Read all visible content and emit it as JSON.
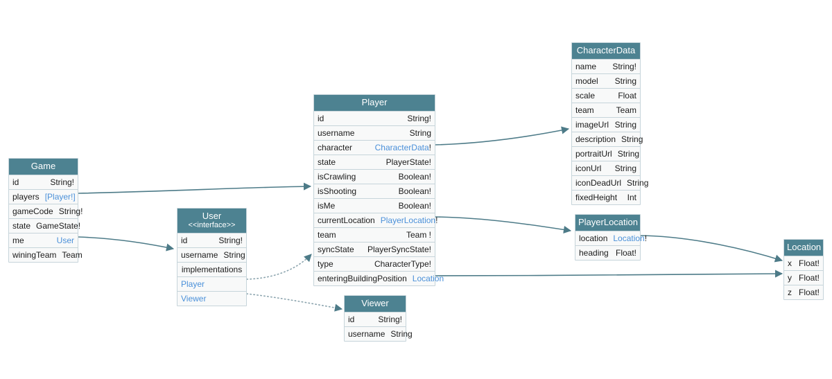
{
  "diagram": {
    "title": "GraphQL schema entity diagram",
    "colors": {
      "header_bg": "#4d8291",
      "header_text": "#ffffff",
      "row_bg": "#f8f9f9",
      "border": "#c6d4da",
      "link_text": "#4a90d9",
      "edge": "#4d7b88",
      "text": "#1a1a1a"
    }
  },
  "entities": {
    "game": {
      "name": "Game",
      "fields": [
        {
          "name": "id",
          "type": "String!",
          "link": false
        },
        {
          "name": "players",
          "type": "[Player!]",
          "link": true
        },
        {
          "name": "gameCode",
          "type": "String!",
          "link": false
        },
        {
          "name": "state",
          "type": "GameState!",
          "link": false
        },
        {
          "name": "me",
          "type": "User",
          "link": true
        },
        {
          "name": "winingTeam",
          "type": "Team",
          "link": false
        }
      ]
    },
    "user": {
      "name": "User",
      "stereotype": "<<interface>>",
      "fields": [
        {
          "name": "id",
          "type": "String!",
          "link": false
        },
        {
          "name": "username",
          "type": "String",
          "link": false
        }
      ],
      "implementations_label": "implementations",
      "implementations": [
        {
          "name": "Player"
        },
        {
          "name": "Viewer"
        }
      ]
    },
    "player": {
      "name": "Player",
      "fields": [
        {
          "name": "id",
          "type": "String!",
          "link": false
        },
        {
          "name": "username",
          "type": "String",
          "link": false
        },
        {
          "name": "character",
          "type": "CharacterData",
          "suffix": "!",
          "link": true
        },
        {
          "name": "state",
          "type": "PlayerState!",
          "link": false
        },
        {
          "name": "isCrawling",
          "type": "Boolean!",
          "link": false
        },
        {
          "name": "isShooting",
          "type": "Boolean!",
          "link": false
        },
        {
          "name": "isMe",
          "type": "Boolean!",
          "link": false
        },
        {
          "name": "currentLocation",
          "type": "PlayerLocation",
          "suffix": "!",
          "link": true
        },
        {
          "name": "team",
          "type": "Team !",
          "link": false
        },
        {
          "name": "syncState",
          "type": "PlayerSyncState!",
          "link": false
        },
        {
          "name": "type",
          "type": "CharacterType!",
          "link": false
        },
        {
          "name": "enteringBuildingPosition",
          "type": "Location",
          "suffix": "",
          "link": true
        }
      ]
    },
    "viewer": {
      "name": "Viewer",
      "fields": [
        {
          "name": "id",
          "type": "String!",
          "link": false
        },
        {
          "name": "username",
          "type": "String",
          "link": false
        }
      ]
    },
    "characterData": {
      "name": "CharacterData",
      "fields": [
        {
          "name": "name",
          "type": "String!",
          "link": false
        },
        {
          "name": "model",
          "type": "String",
          "link": false
        },
        {
          "name": "scale",
          "type": "Float",
          "link": false
        },
        {
          "name": "team",
          "type": "Team",
          "link": false
        },
        {
          "name": "imageUrl",
          "type": "String",
          "link": false
        },
        {
          "name": "description",
          "type": "String",
          "link": false
        },
        {
          "name": "portraitUrl",
          "type": "String",
          "link": false
        },
        {
          "name": "iconUrl",
          "type": "String",
          "link": false
        },
        {
          "name": "iconDeadUrl",
          "type": "String",
          "link": false
        },
        {
          "name": "fixedHeight",
          "type": "Int",
          "link": false
        }
      ]
    },
    "playerLocation": {
      "name": "PlayerLocation",
      "fields": [
        {
          "name": "location",
          "type": "Location",
          "suffix": "!",
          "link": true
        },
        {
          "name": "heading",
          "type": "Float!",
          "link": false
        }
      ]
    },
    "location": {
      "name": "Location",
      "fields": [
        {
          "name": "x",
          "type": "Float!",
          "link": false
        },
        {
          "name": "y",
          "type": "Float!",
          "link": false
        },
        {
          "name": "z",
          "type": "Float!",
          "link": false
        }
      ]
    }
  },
  "edges": [
    {
      "name": "game-players-to-player",
      "from": "Game.players",
      "to": "Player",
      "style": "solid"
    },
    {
      "name": "game-me-to-user",
      "from": "Game.me",
      "to": "User",
      "style": "solid"
    },
    {
      "name": "user-player-implementation",
      "from": "User.Player",
      "to": "Player",
      "style": "dotted"
    },
    {
      "name": "user-viewer-implementation",
      "from": "User.Viewer",
      "to": "Viewer",
      "style": "dotted"
    },
    {
      "name": "player-character-to-characterdata",
      "from": "Player.character",
      "to": "CharacterData",
      "style": "solid"
    },
    {
      "name": "player-currentlocation-to-playerlocation",
      "from": "Player.currentLocation",
      "to": "PlayerLocation",
      "style": "solid"
    },
    {
      "name": "player-enteringbuildingposition-to-location",
      "from": "Player.enteringBuildingPosition",
      "to": "Location",
      "style": "solid"
    },
    {
      "name": "playerlocation-location-to-location",
      "from": "PlayerLocation.location",
      "to": "Location",
      "style": "solid"
    }
  ]
}
